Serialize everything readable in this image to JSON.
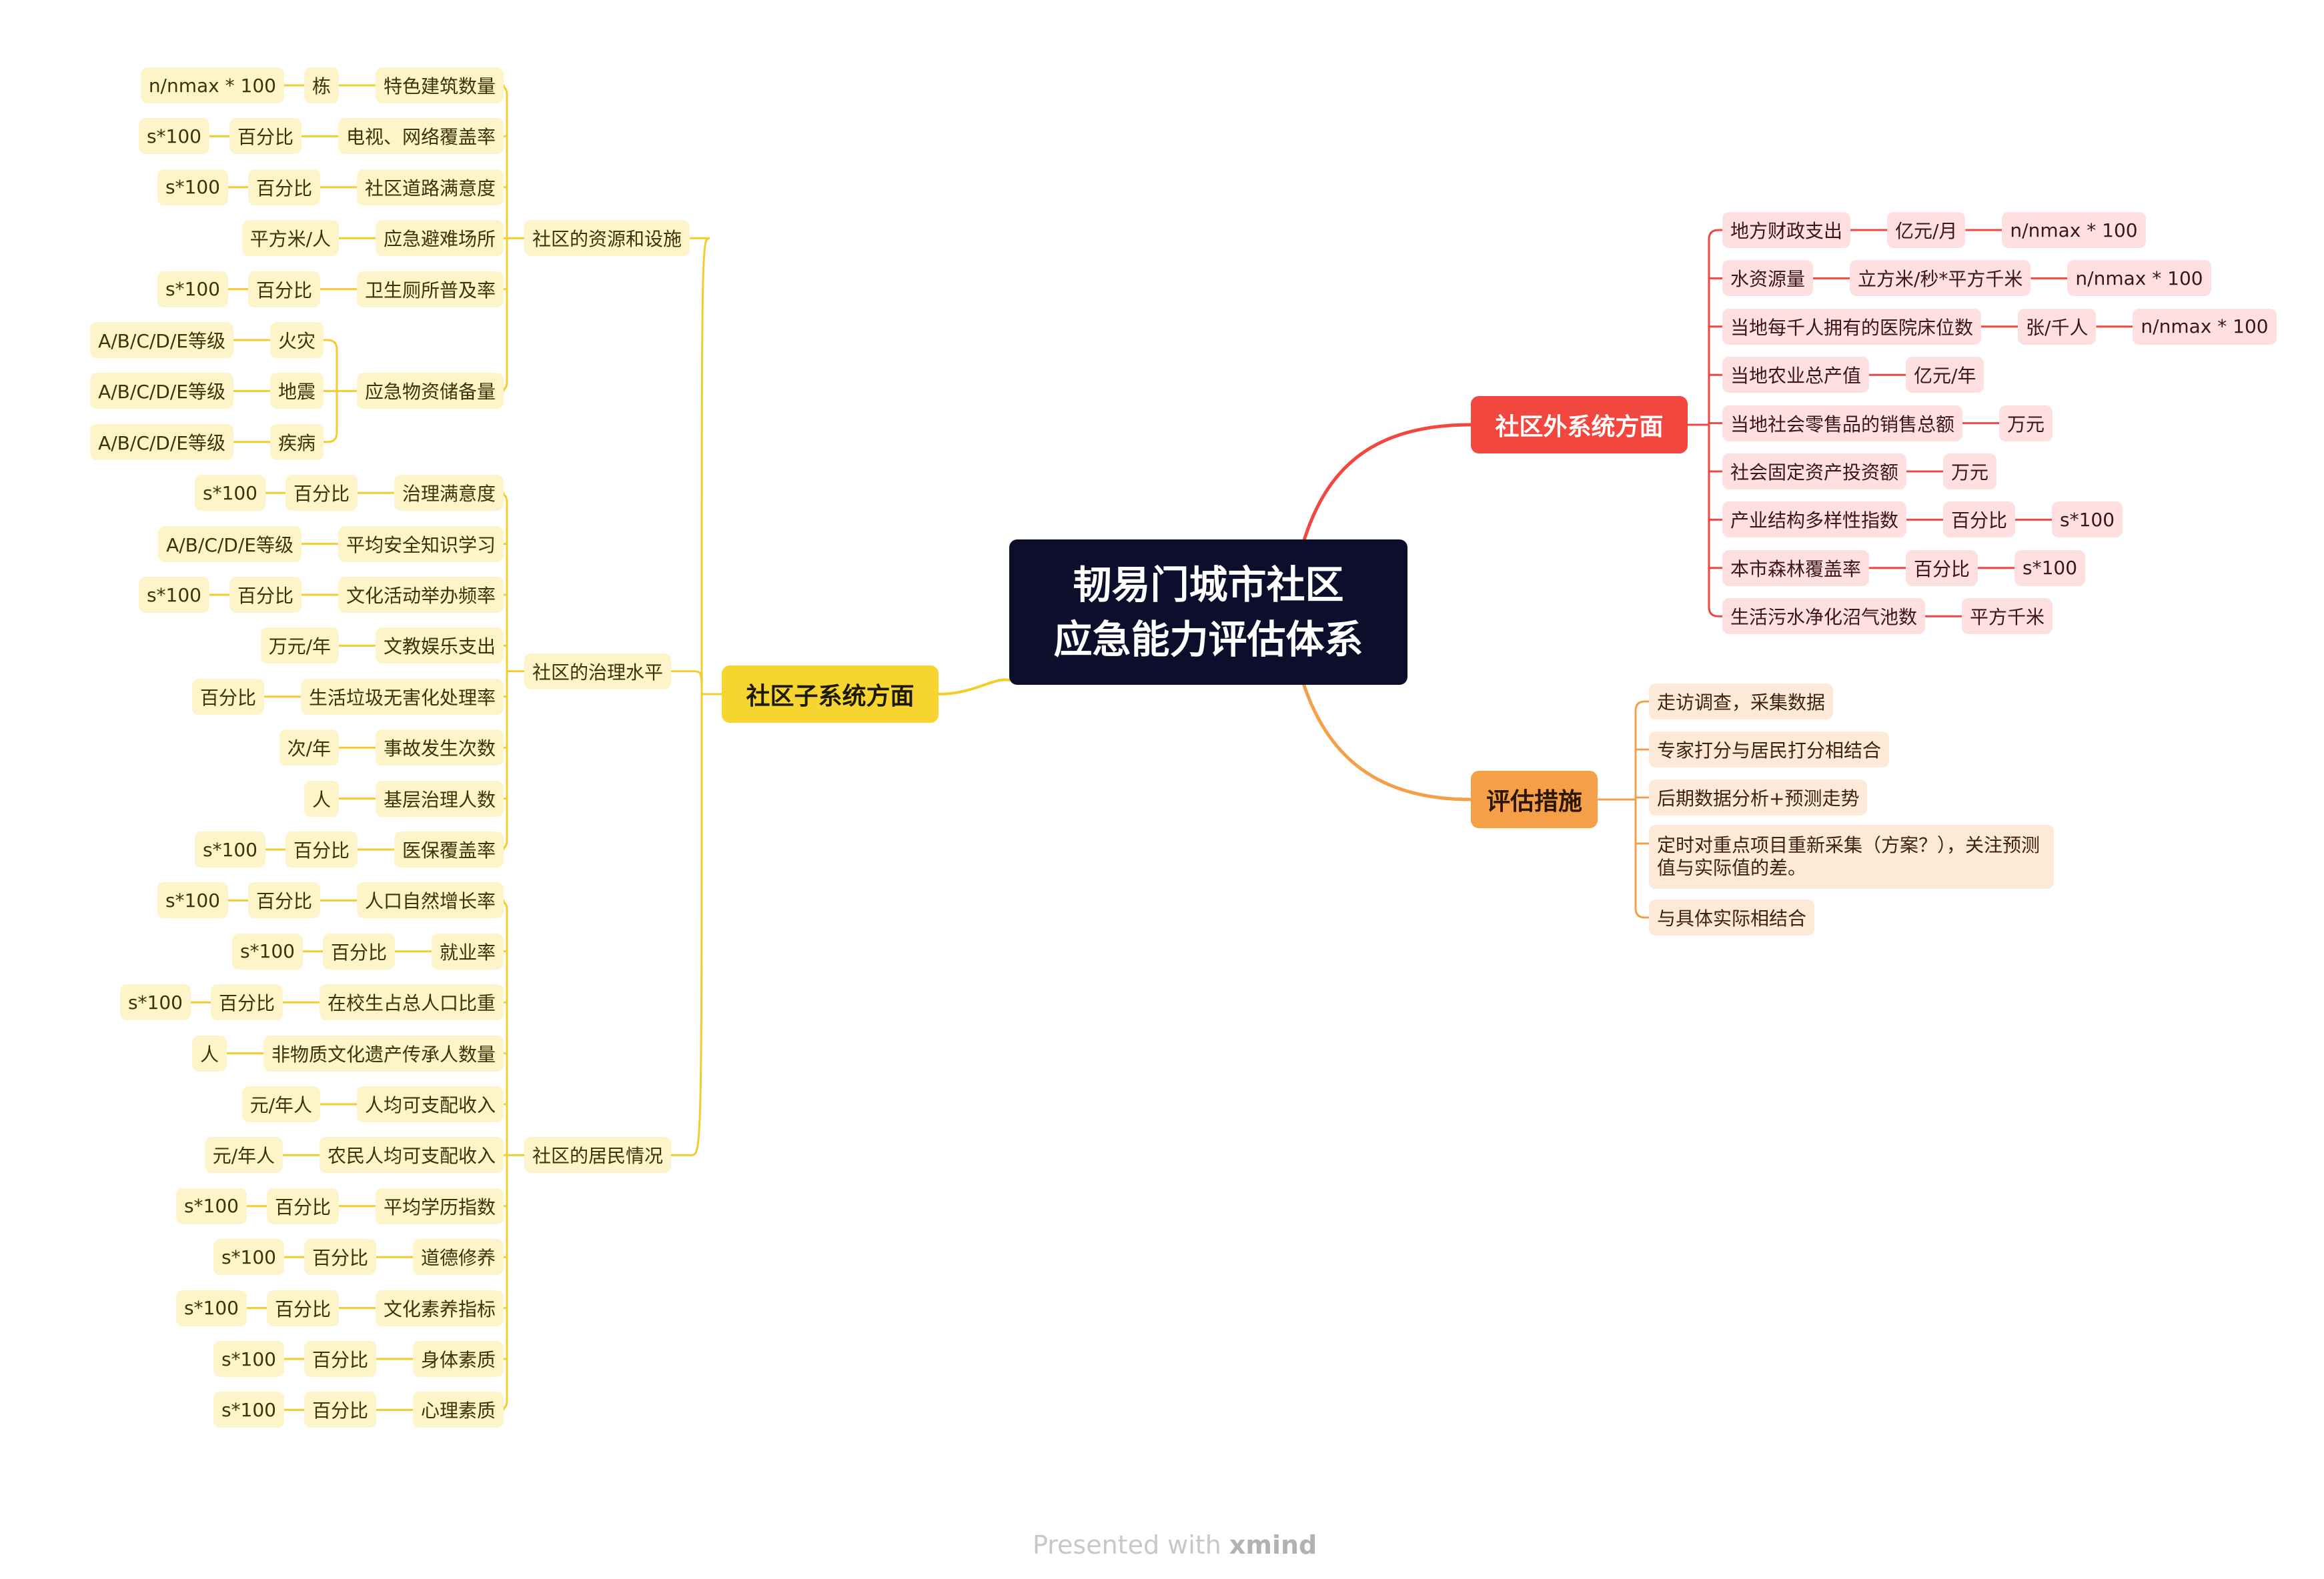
{
  "root": {
    "line1": "韧易门城市社区",
    "line2": "应急能力评估体系"
  },
  "left": {
    "label": "社区子系统方面",
    "groups": [
      {
        "label": "社区的资源和设施",
        "items": [
          {
            "label": "特色建筑数量",
            "unit": "栋",
            "formula": "n/nmax * 100"
          },
          {
            "label": "电视、网络覆盖率",
            "unit": "百分比",
            "formula": "s*100"
          },
          {
            "label": "社区道路满意度",
            "unit": "百分比",
            "formula": "s*100"
          },
          {
            "label": "应急避难场所",
            "unit": "平方米/人"
          },
          {
            "label": "卫生厕所普及率",
            "unit": "百分比",
            "formula": "s*100"
          },
          {
            "label": "应急物资储备量",
            "children": [
              {
                "label": "火灾",
                "unit": "A/B/C/D/E等级"
              },
              {
                "label": "地震",
                "unit": "A/B/C/D/E等级"
              },
              {
                "label": "疾病",
                "unit": "A/B/C/D/E等级"
              }
            ]
          }
        ]
      },
      {
        "label": "社区的治理水平",
        "items": [
          {
            "label": "治理满意度",
            "unit": "百分比",
            "formula": "s*100"
          },
          {
            "label": "平均安全知识学习",
            "unit": "A/B/C/D/E等级"
          },
          {
            "label": "文化活动举办频率",
            "unit": "百分比",
            "formula": "s*100"
          },
          {
            "label": "文教娱乐支出",
            "unit": "万元/年"
          },
          {
            "label": "生活垃圾无害化处理率",
            "unit": "百分比"
          },
          {
            "label": "事故发生次数",
            "unit": "次/年"
          },
          {
            "label": "基层治理人数",
            "unit": "人"
          },
          {
            "label": "医保覆盖率",
            "unit": "百分比",
            "formula": "s*100"
          }
        ]
      },
      {
        "label": "社区的居民情况",
        "items": [
          {
            "label": "人口自然增长率",
            "unit": "百分比",
            "formula": "s*100"
          },
          {
            "label": "就业率",
            "unit": "百分比",
            "formula": "s*100"
          },
          {
            "label": "在校生占总人口比重",
            "unit": "百分比",
            "formula": "s*100"
          },
          {
            "label": "非物质文化遗产传承人数量",
            "unit": "人"
          },
          {
            "label": "人均可支配收入",
            "unit": "元/年人"
          },
          {
            "label": "农民人均可支配收入",
            "unit": "元/年人"
          },
          {
            "label": "平均学历指数",
            "unit": "百分比",
            "formula": "s*100"
          },
          {
            "label": "道德修养",
            "unit": "百分比",
            "formula": "s*100"
          },
          {
            "label": "文化素养指标",
            "unit": "百分比",
            "formula": "s*100"
          },
          {
            "label": "身体素质",
            "unit": "百分比",
            "formula": "s*100"
          },
          {
            "label": "心理素质",
            "unit": "百分比",
            "formula": "s*100"
          }
        ]
      }
    ]
  },
  "right_top": {
    "label": "社区外系统方面",
    "items": [
      {
        "label": "地方财政支出",
        "unit": "亿元/月",
        "formula": "n/nmax * 100"
      },
      {
        "label": "水资源量",
        "unit": "立方米/秒*平方千米",
        "formula": "n/nmax * 100"
      },
      {
        "label": "当地每千人拥有的医院床位数",
        "unit": "张/千人",
        "formula": "n/nmax * 100"
      },
      {
        "label": "当地农业总产值",
        "unit": "亿元/年"
      },
      {
        "label": "当地社会零售品的销售总额",
        "unit": "万元"
      },
      {
        "label": "社会固定资产投资额",
        "unit": "万元"
      },
      {
        "label": "产业结构多样性指数",
        "unit": "百分比",
        "formula": "s*100"
      },
      {
        "label": "本市森林覆盖率",
        "unit": "百分比",
        "formula": "s*100"
      },
      {
        "label": "生活污水净化沼气池数",
        "unit": "平方千米"
      }
    ]
  },
  "right_bottom": {
    "label": "评估措施",
    "items": [
      "走访调查，采集数据",
      "专家打分与居民打分相结合",
      "后期数据分析+预测走势",
      "定时对重点项目重新采集（方案？），关注预测值与实际值的差。",
      "与具体实际相结合"
    ]
  },
  "footer": {
    "prefix": "Presented with",
    "brand": "xmind"
  },
  "colors": {
    "yellow": "#f6d530",
    "yellow_line": "#f2cd2c",
    "red": "#f1473f",
    "orange": "#f5a048",
    "root": "#0d0e2c"
  }
}
